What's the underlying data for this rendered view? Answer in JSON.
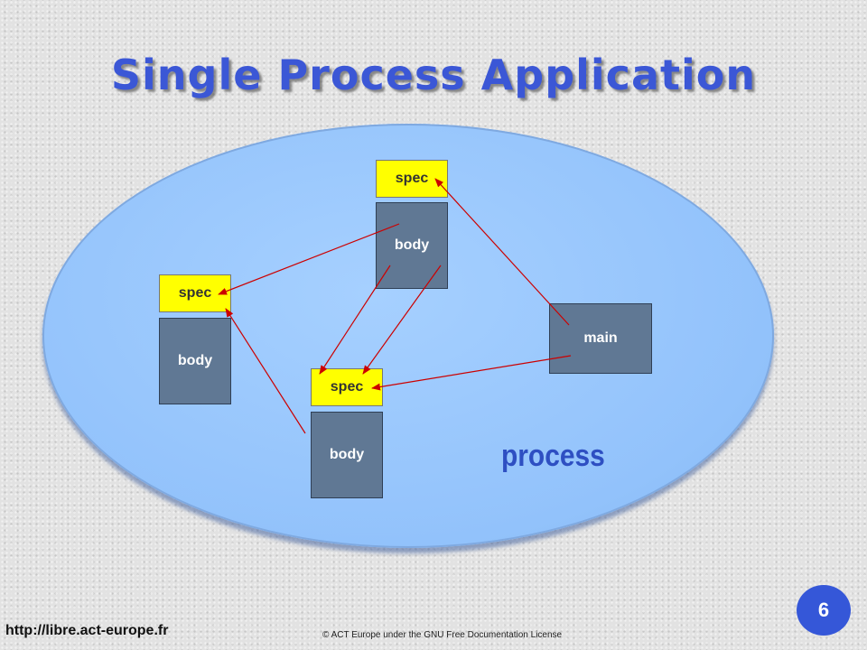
{
  "title": "Single Process Application",
  "diagram": {
    "units": [
      {
        "spec_label": "spec",
        "body_label": "body"
      },
      {
        "spec_label": "spec",
        "body_label": "body"
      },
      {
        "spec_label": "spec",
        "body_label": "body"
      }
    ],
    "main_label": "main",
    "container_label": "process",
    "arrow_color": "#cc0000",
    "colors": {
      "spec_fill": "#ffff00",
      "body_fill": "#607894",
      "process_fill": "#9ec8fe",
      "title": "#3b57d6"
    }
  },
  "footer": {
    "url": "http://libre.act-europe.fr",
    "copyright": "© ACT Europe under the GNU Free Documentation License",
    "page_number": "6"
  }
}
